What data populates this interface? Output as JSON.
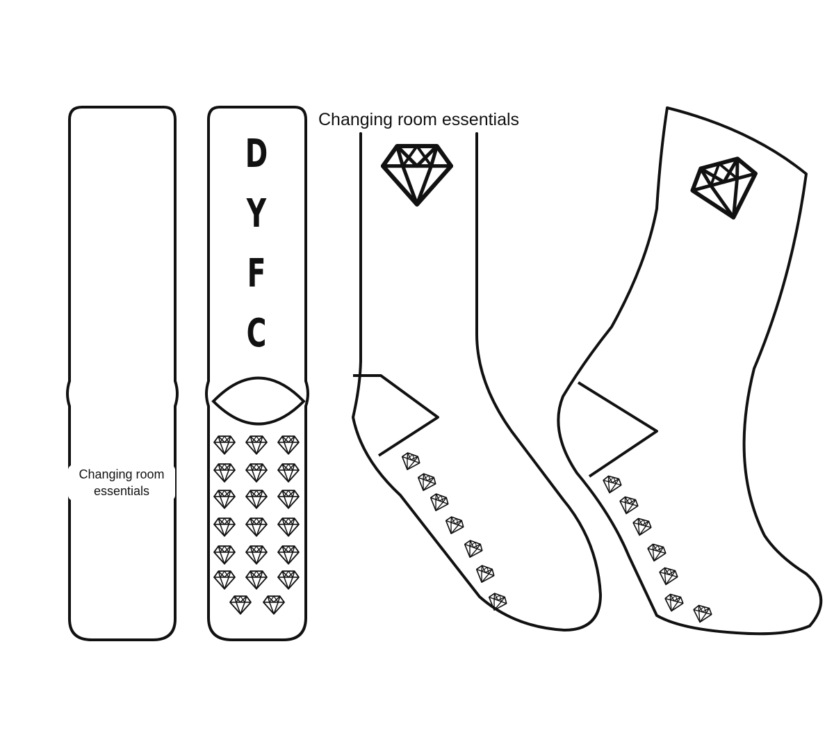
{
  "labels": {
    "top": "Changing room essentials",
    "side": "Changing room essentials"
  },
  "sock_front": {
    "letters": [
      "D",
      "Y",
      "F",
      "C"
    ]
  },
  "icons": {
    "diamond": "diamond-icon"
  },
  "colors": {
    "outline": "#111111",
    "background": "#ffffff"
  }
}
